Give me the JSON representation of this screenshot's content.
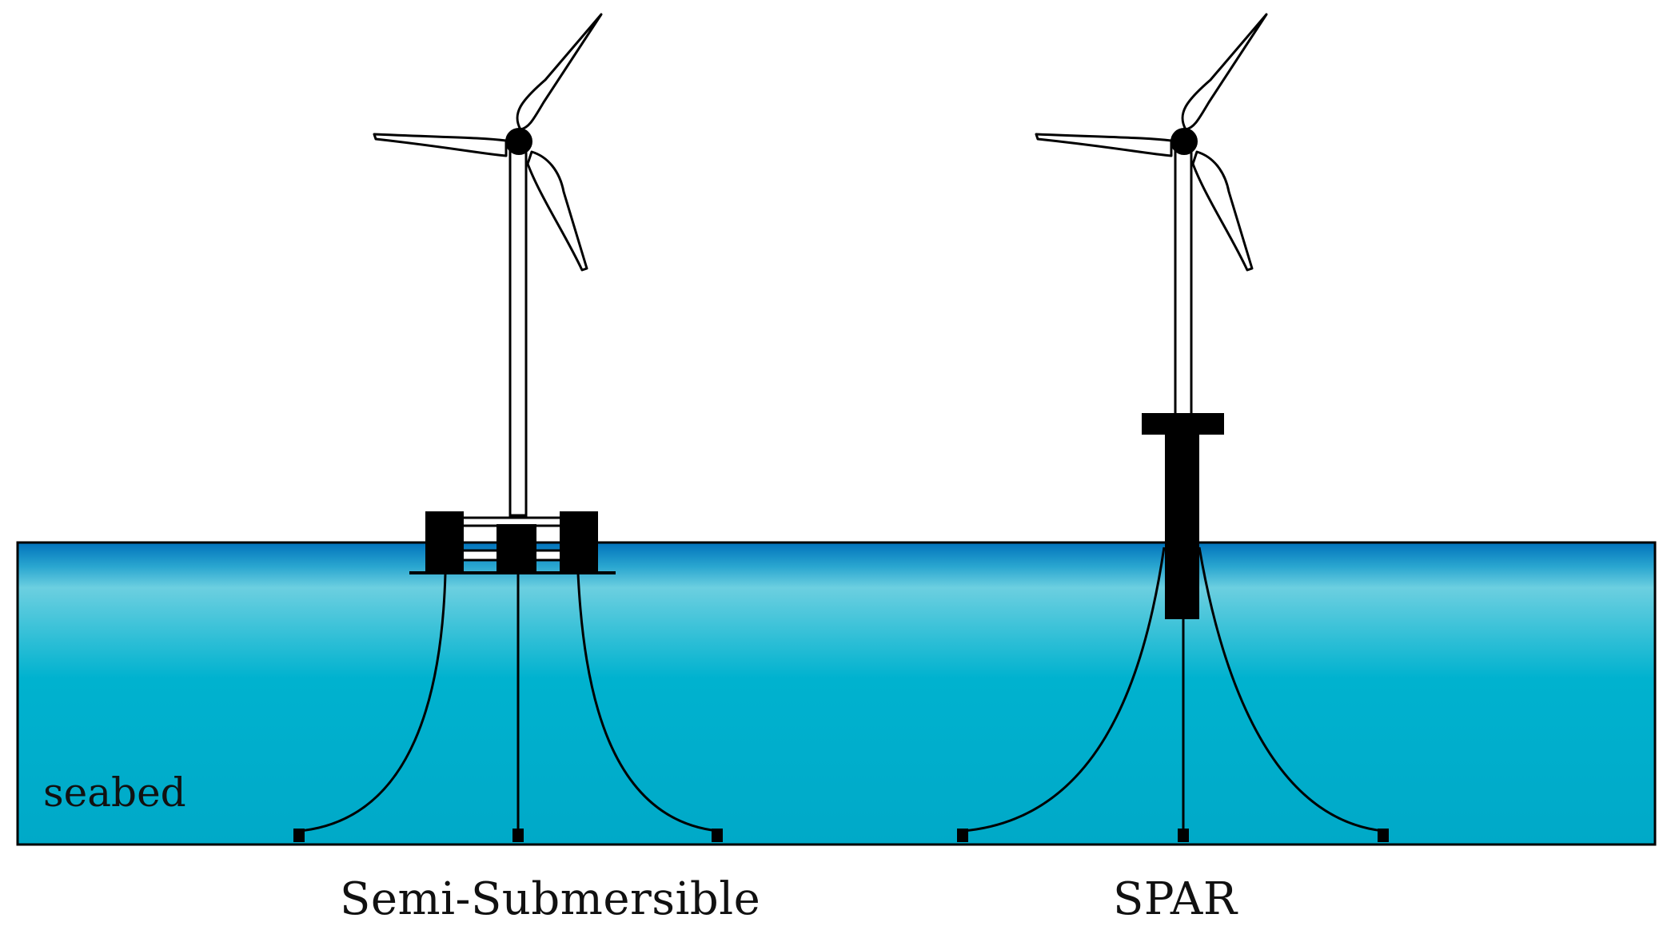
{
  "labels": {
    "seabed": "seabed",
    "semi_submersible": "Semi-Submersible",
    "spar": "SPAR"
  },
  "colors": {
    "sea_surface": "#0072bc",
    "sea_light": "#6ccfe0",
    "sea_body": "#00b2cf",
    "sea_deep": "#00a9c8",
    "structure": "#000000",
    "tower_fill": "#ffffff"
  }
}
